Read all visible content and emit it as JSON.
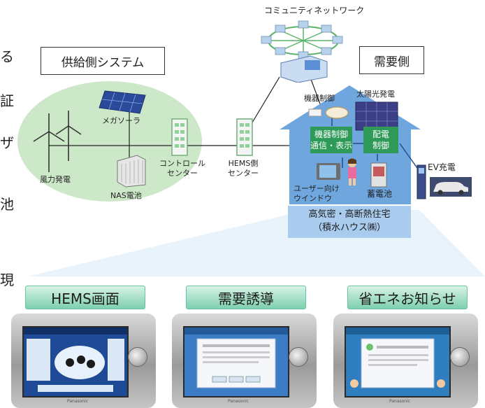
{
  "left_fragments": [
    "る",
    "証",
    "ザ",
    "池",
    "現"
  ],
  "supply": {
    "title": "供給側システム",
    "mega_solar": "メガソーラ",
    "wind": "風力発電",
    "nas": "NAS電池",
    "control_center": "コントロール\nセンター"
  },
  "community": {
    "label": "コミュニティネットワーク"
  },
  "hems_center": {
    "label": "HEMS側\nセンター"
  },
  "demand": {
    "title": "需要側",
    "device_control": "機器制御",
    "solar": "太陽光発電",
    "comm_display": "機器制御\n通信・表示",
    "distribution": "配電\n制御",
    "user_window": "ユーザー向け\nウインドウ",
    "battery": "蓄電池",
    "house": "高気密・高断熱住宅\n（積水ハウス㈱）",
    "ev": "EV充電"
  },
  "screens": [
    {
      "tab": "HEMS画面",
      "color": "#1e4a96"
    },
    {
      "tab": "需要誘導",
      "color": "#3b7cc4"
    },
    {
      "tab": "省エネお知らせ",
      "color": "#2f7fc0"
    }
  ],
  "device_brand": "Panasonic",
  "colors": {
    "supply_ellipse": "#cde8c8",
    "house_fill": "#6fa6dd",
    "house_box": "#a9cbee",
    "green_box": "#2e9a57",
    "tab_green": "#7dcfae"
  }
}
